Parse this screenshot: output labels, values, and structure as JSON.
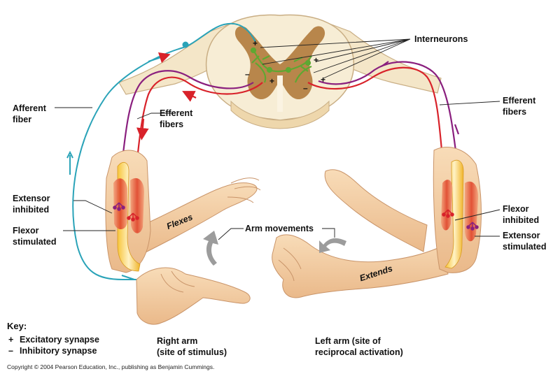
{
  "labels": {
    "interneurons": "Interneurons",
    "afferent_fiber_line1": "Afferent",
    "afferent_fiber_line2": "fiber",
    "efferent_left_line1": "Efferent",
    "efferent_left_line2": "fibers",
    "efferent_right_line1": "Efferent",
    "efferent_right_line2": "fibers",
    "extensor_inhibited_line1": "Extensor",
    "extensor_inhibited_line2": "inhibited",
    "flexor_stimulated_line1": "Flexor",
    "flexor_stimulated_line2": "stimulated",
    "flexor_inhibited_line1": "Flexor",
    "flexor_inhibited_line2": "inhibited",
    "extensor_stimulated_line1": "Extensor",
    "extensor_stimulated_line2": "stimulated",
    "arm_movements": "Arm movements",
    "flexes": "Flexes",
    "extends": "Extends",
    "right_arm_line1": "Right arm",
    "right_arm_line2": "(site of stimulus)",
    "left_arm_line1": "Left arm (site of",
    "left_arm_line2": "reciprocal activation)",
    "plus_sign": "+",
    "minus_sign": "–"
  },
  "key": {
    "title": "Key:",
    "items": [
      {
        "symbol": "+",
        "text": "Excitatory synapse"
      },
      {
        "symbol": "–",
        "text": "Inhibitory synapse"
      }
    ]
  },
  "copyright": "Copyright © 2004 Pearson Education, Inc., publishing as Benjamin Cummings.",
  "colors": {
    "afferent": "#2aa3b8",
    "efferent_excitatory": "#d8222a",
    "efferent_inhibitory": "#8a1f7e",
    "interneuron": "#5ea832",
    "grey_matter": "#b8864b",
    "white_matter": "#f7edd5",
    "skin": "#f5cfa6",
    "muscle": "#e0442a"
  }
}
